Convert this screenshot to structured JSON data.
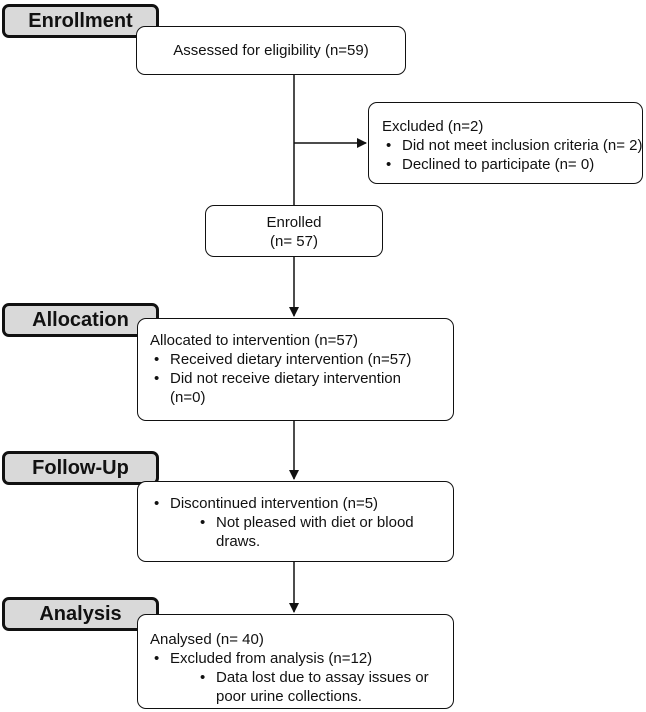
{
  "stages": {
    "enrollment": "Enrollment",
    "allocation": "Allocation",
    "follow_up": "Follow-Up",
    "analysis": "Analysis"
  },
  "assessed": "Assessed for eligibility (n=59)",
  "excluded": {
    "title": "Excluded (n=2)",
    "items": [
      "Did not meet inclusion criteria (n= 2)",
      "Declined to participate (n= 0)"
    ]
  },
  "enrolled": {
    "line1": "Enrolled",
    "line2": "(n= 57)"
  },
  "allocated": {
    "title": "Allocated to intervention (n=57)",
    "item1": "Received dietary intervention (n=57)",
    "item2": "Did not receive dietary intervention (n=0)"
  },
  "followup": {
    "item": "Discontinued intervention (n=5)",
    "sub": "Not pleased with diet or blood draws."
  },
  "analysis": {
    "title": "Analysed (n= 40)",
    "item": "Excluded from analysis (n=12)",
    "sub": "Data lost due to assay issues or poor urine collections."
  }
}
